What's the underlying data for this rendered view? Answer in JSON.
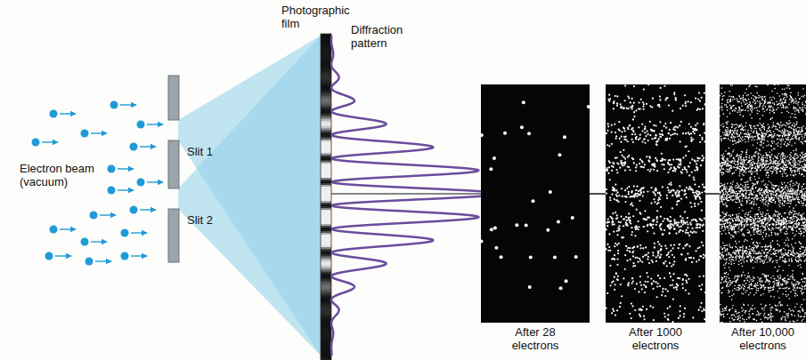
{
  "diagram": {
    "nodes": [
      {
        "text": [
          "After 28 electrons"
        ]
      },
      {
        "text": [
          "After 1000 electrons"
        ]
      },
      {
        "text": [
          "After 10,000 electrons"
        ]
      }
    ],
    "edges": [
      {
        "from": 0,
        "to": 1,
        "arrow": "none"
      },
      {
        "from": 1,
        "to": 2,
        "arrow": "none"
      }
    ],
    "labels": [
      "Electron beam (vacuum)",
      "Slit 1",
      "Slit 2",
      "Photographic film",
      "Diffraction pattern"
    ]
  }
}
